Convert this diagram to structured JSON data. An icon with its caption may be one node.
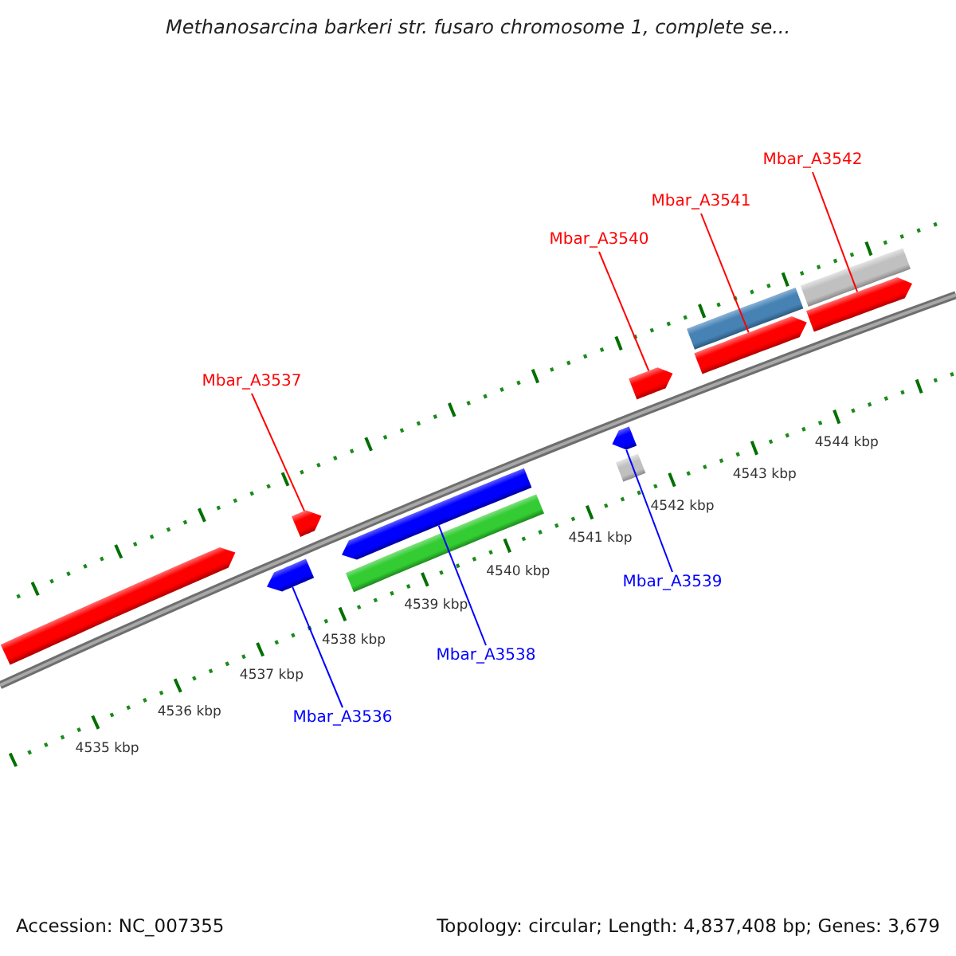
{
  "diagram": {
    "title": "Methanosarcina barkeri str. fusaro chromosome 1, complete se...",
    "nodes": [
      {
        "text": [
          "Mbar_A3542"
        ]
      },
      {
        "text": [
          "Mbar_A3541"
        ]
      },
      {
        "text": [
          "Mbar_A3540"
        ]
      },
      {
        "text": [
          "Mbar_A3537"
        ]
      },
      {
        "text": [
          "Mbar_A3539"
        ]
      },
      {
        "text": [
          "Mbar_A3538"
        ]
      },
      {
        "text": [
          "Mbar_A3536"
        ]
      },
      {
        "text": [],
        "shape": "arrow"
      },
      {
        "text": [],
        "shape": "arrow"
      },
      {
        "text": [],
        "shape": "arrow"
      },
      {
        "text": [],
        "shape": "arrow"
      },
      {
        "text": [],
        "shape": "bar"
      },
      {
        "text": [],
        "shape": "arrow"
      },
      {
        "text": [],
        "shape": "bar"
      },
      {
        "text": [],
        "shape": "arrow"
      },
      {
        "text": [],
        "shape": "bar"
      },
      {
        "text": [],
        "shape": "arrow"
      },
      {
        "text": [],
        "shape": "bar"
      },
      {
        "text": [],
        "shape": "arrow"
      }
    ],
    "edges": [
      {
        "from": 0,
        "to": 18,
        "arrow": "none"
      },
      {
        "from": 1,
        "to": 16,
        "arrow": "none"
      },
      {
        "from": 2,
        "to": 14,
        "arrow": "none"
      },
      {
        "from": 3,
        "to": 9,
        "arrow": "none"
      },
      {
        "from": 4,
        "to": 12,
        "arrow": "none",
        "color": "#0000ff"
      },
      {
        "from": 5,
        "to": 10,
        "arrow": "none",
        "color": "#0000ff"
      },
      {
        "from": 6,
        "to": 8,
        "arrow": "none",
        "color": "#0000ff"
      }
    ],
    "labels": [
      "4544 kbp",
      "4543 kbp",
      "4542 kbp",
      "4541 kbp",
      "4540 kbp",
      "4539 kbp",
      "4538 kbp",
      "4537 kbp",
      "4536 kbp",
      "4535 kbp",
      "Accession: NC_007355",
      "Topology: circular; Length: 4,837,408 bp; Genes: 3,679"
    ]
  }
}
